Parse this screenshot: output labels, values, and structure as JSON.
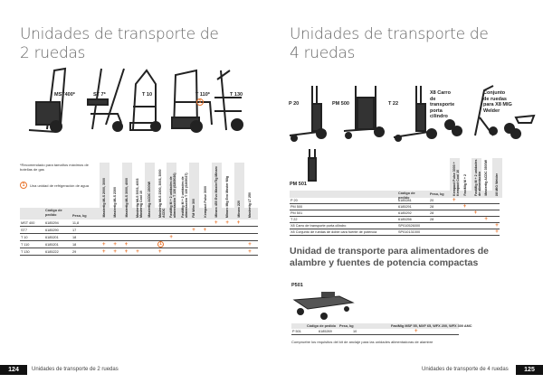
{
  "left": {
    "title_line1": "Unidades de transporte de",
    "title_line2": "2 ruedas",
    "products": [
      "MST400*",
      "ST 7*",
      "T 10",
      "T 110*",
      "T 130"
    ],
    "note1": "*Recomendado para tamaños máximos de botellas de gas",
    "note2": "Una unidad de refrigeración de agua",
    "note_marker": "1",
    "table": {
      "headers": [
        "Código de pedido",
        "Peso, kg"
      ],
      "columns": [
        "Mastertig MLS 2000, 3000",
        "Mastertig MLS 2300",
        "Mastertig MLS 3000, 4000",
        "Mastertig MLS 3003, 4003 Mastertig Cool 10",
        "Mastertig ACDC 2500W",
        "Mastertig MLS 2300, 3003, 3000 ACDC",
        "FastMig M + 2 unidades de alimentación T 130 (6265026)",
        "FastMig M + 2 unidades de alimentación T 130 (6265027)",
        "FM Wire 300",
        "Kempact Pulse 3000",
        "Minarc 450 Evo MasterTig Minarc",
        "Minarc Mig Evo Master Mig",
        "Minarc 220",
        "Mastertig LT 250"
      ],
      "rows": [
        {
          "name": "MST 400",
          "code": "6185294",
          "weight": "11,8",
          "marks": [
            10,
            11,
            12
          ],
          "circle": null
        },
        {
          "name": "ST7",
          "code": "6185290",
          "weight": "17",
          "marks": [
            8,
            9
          ],
          "circle": null
        },
        {
          "name": "T 10",
          "code": "6185201",
          "weight": "18",
          "marks": [
            6
          ],
          "circle": null
        },
        {
          "name": "T 110",
          "code": "6185201",
          "weight": "18",
          "marks": [
            0,
            1,
            2,
            13
          ],
          "circle": 5
        },
        {
          "name": "T 130",
          "code": "6185222",
          "weight": "29",
          "marks": [
            0,
            1,
            2,
            3,
            5,
            13
          ],
          "circle": null
        }
      ]
    },
    "page_number": "124",
    "footer": "Unidades de transporte de 2 ruedas"
  },
  "right": {
    "title_line1": "Unidades de transporte de",
    "title_line2": "4 ruedas",
    "products": [
      "P 20",
      "PM 500",
      "T 22",
      "X8 Carro de transporte porta cilindro",
      "Conjunto de ruedas para X8 MIG Welder"
    ],
    "pm501_label": "PM 501",
    "table": {
      "headers": [
        "Código de pedido",
        "Peso, kg"
      ],
      "columns": [
        "Kempact Pulse 3000 + Kempact Cool 10",
        "FastMig M + 2",
        "FastMig M + 2 unidades de alimentación",
        "Mastertig ACDC 3500W",
        "X8 MIG Welder"
      ],
      "rows": [
        {
          "name": "P 20",
          "code": "6185281",
          "weight": "20",
          "marks": [
            0
          ]
        },
        {
          "name": "PM 500",
          "code": "6185291",
          "weight": "28",
          "marks": [
            1
          ]
        },
        {
          "name": "PM 501",
          "code": "6185292",
          "weight": "28",
          "marks": [
            2
          ]
        },
        {
          "name": "T 22",
          "code": "6185256",
          "weight": "28",
          "marks": [
            3
          ]
        },
        {
          "name": "X8 Carro de transporte porta cilindro",
          "code": "SP010526000",
          "weight": "",
          "marks": [
            4
          ]
        },
        {
          "name": "X8 Conjunto de ruedas de doble cara fuente de potencia",
          "code": "SP010131000",
          "weight": "",
          "marks": [
            4
          ]
        }
      ]
    },
    "section_heading": "Unidad de transporte para alimentadores de alambre y fuentes de potencia compactas",
    "p501": {
      "label": "P501",
      "headers": [
        "Código de pedido",
        "Peso, kg",
        "FastMig MSF 55, MXF 65, WFX 200, WFX 300 AMC"
      ],
      "row": {
        "name": "P 501",
        "code": "6185269",
        "weight": "10"
      },
      "note": "Compruebe los requisitos del kit de anclaje para las unidades alimentadoras de alambre"
    },
    "page_number": "125",
    "footer": "Unidades de transporte de 4 ruedas"
  },
  "colors": {
    "accent": "#e8742c",
    "band": "#e6e6e6"
  }
}
